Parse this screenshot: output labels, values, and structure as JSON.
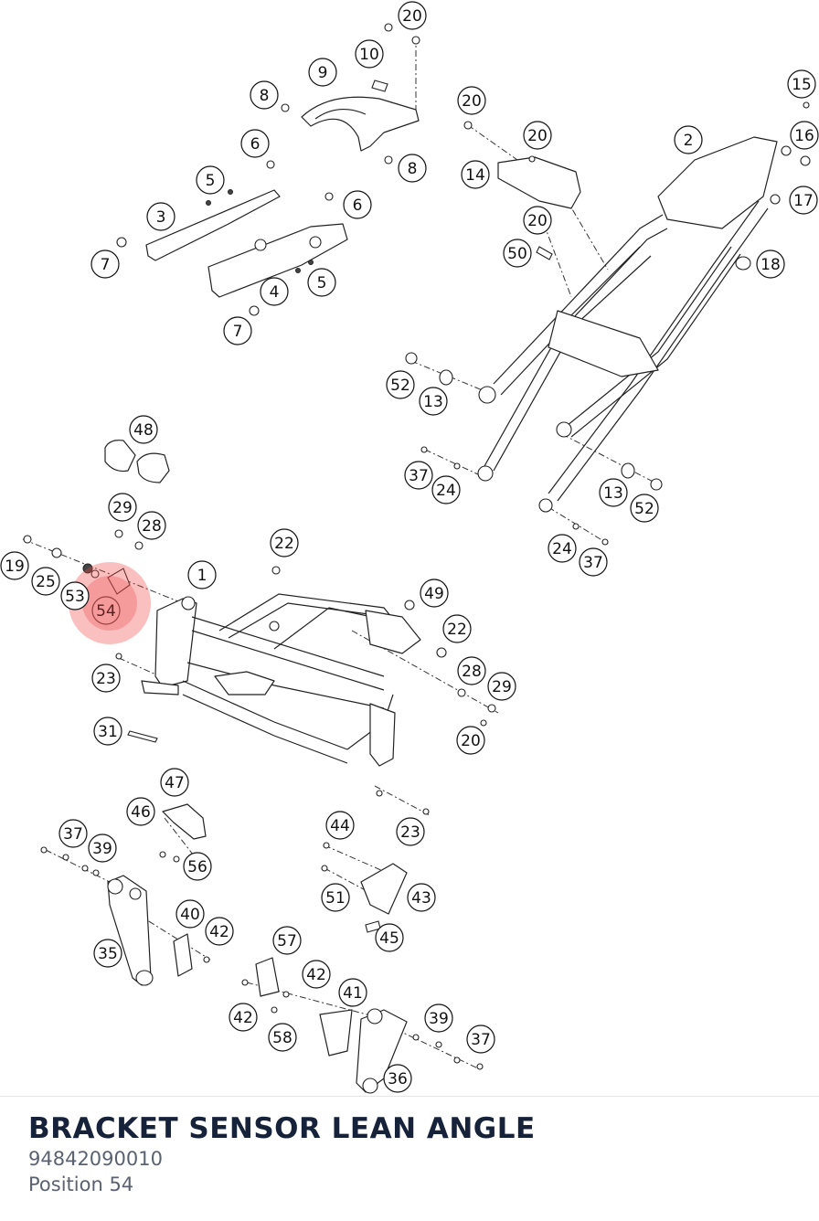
{
  "diagram": {
    "highlight_color": "#f04848",
    "callouts": [
      "20",
      "10",
      "9",
      "8",
      "8",
      "20",
      "20",
      "2",
      "15",
      "16",
      "17",
      "18",
      "6",
      "5",
      "3",
      "7",
      "6",
      "5",
      "4",
      "7",
      "14",
      "20",
      "50",
      "52",
      "13",
      "37",
      "24",
      "13",
      "52",
      "24",
      "37",
      "48",
      "29",
      "28",
      "22",
      "1",
      "49",
      "22",
      "19",
      "25",
      "53",
      "54",
      "23",
      "28",
      "29",
      "20",
      "31",
      "47",
      "46",
      "37",
      "39",
      "56",
      "23",
      "44",
      "51",
      "43",
      "45",
      "40",
      "42",
      "35",
      "57",
      "42",
      "41",
      "39",
      "37",
      "42",
      "58",
      "36"
    ],
    "highlighted_callout": "54"
  },
  "part": {
    "title": "BRACKET SENSOR LEAN ANGLE",
    "number": "94842090010",
    "position_label": "Position 54"
  }
}
